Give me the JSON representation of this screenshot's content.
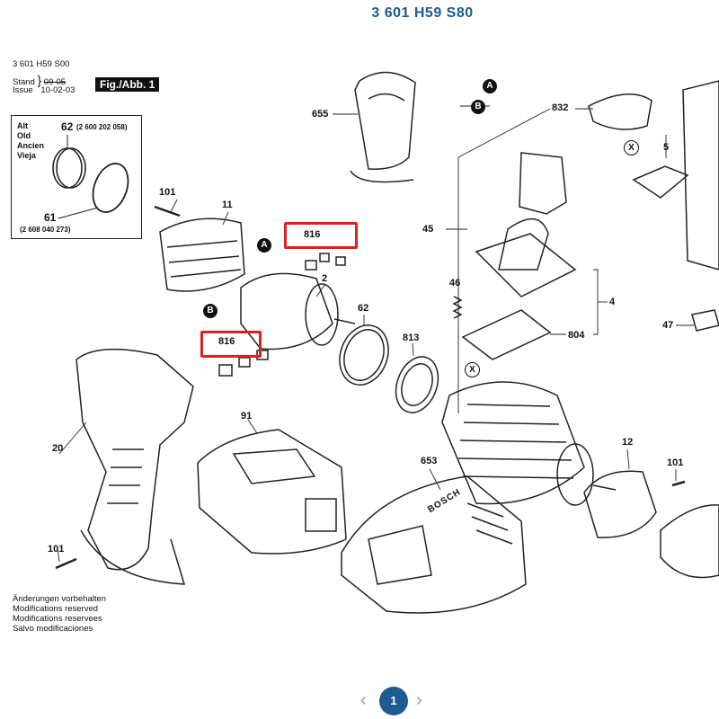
{
  "header": {
    "title": "3 601 H59 S80"
  },
  "meta": {
    "code": "3 601 H59 S00",
    "stand_label": "Stand",
    "stand_value": "09-05",
    "issue_label": "Issue",
    "issue_value": "10-02-03",
    "fig_label": "Fig./Abb. 1"
  },
  "alt_box": {
    "languages": [
      "Alt",
      "Old",
      "Ancien",
      "Vieja"
    ],
    "part_top": "62",
    "part_top_code": "(2 600 202 058)",
    "part_bottom": "61",
    "part_bottom_code": "(2 608 040 273)"
  },
  "parts": {
    "p655": "655",
    "p101a": "101",
    "p11": "11",
    "p816a": "816",
    "p2": "2",
    "p62": "62",
    "p816b": "816",
    "p813": "813",
    "p91": "91",
    "p20": "20",
    "p101b": "101",
    "p653": "653",
    "p832": "832",
    "p5": "5",
    "p45": "45",
    "p46": "46",
    "p804": "804",
    "p4": "4",
    "p47": "47",
    "p12": "12",
    "p101c": "101"
  },
  "callouts": {
    "a": "A",
    "b": "B",
    "x": "X"
  },
  "charger_brand": "BOSCH",
  "notes": [
    "Änderungen vorbehalten",
    "Modifications reserved",
    "Modifications reservees",
    "Salvo modificaciones"
  ],
  "highlight_color": "#e02020",
  "pagination": {
    "current": "1",
    "prev": "‹",
    "next": "›"
  }
}
